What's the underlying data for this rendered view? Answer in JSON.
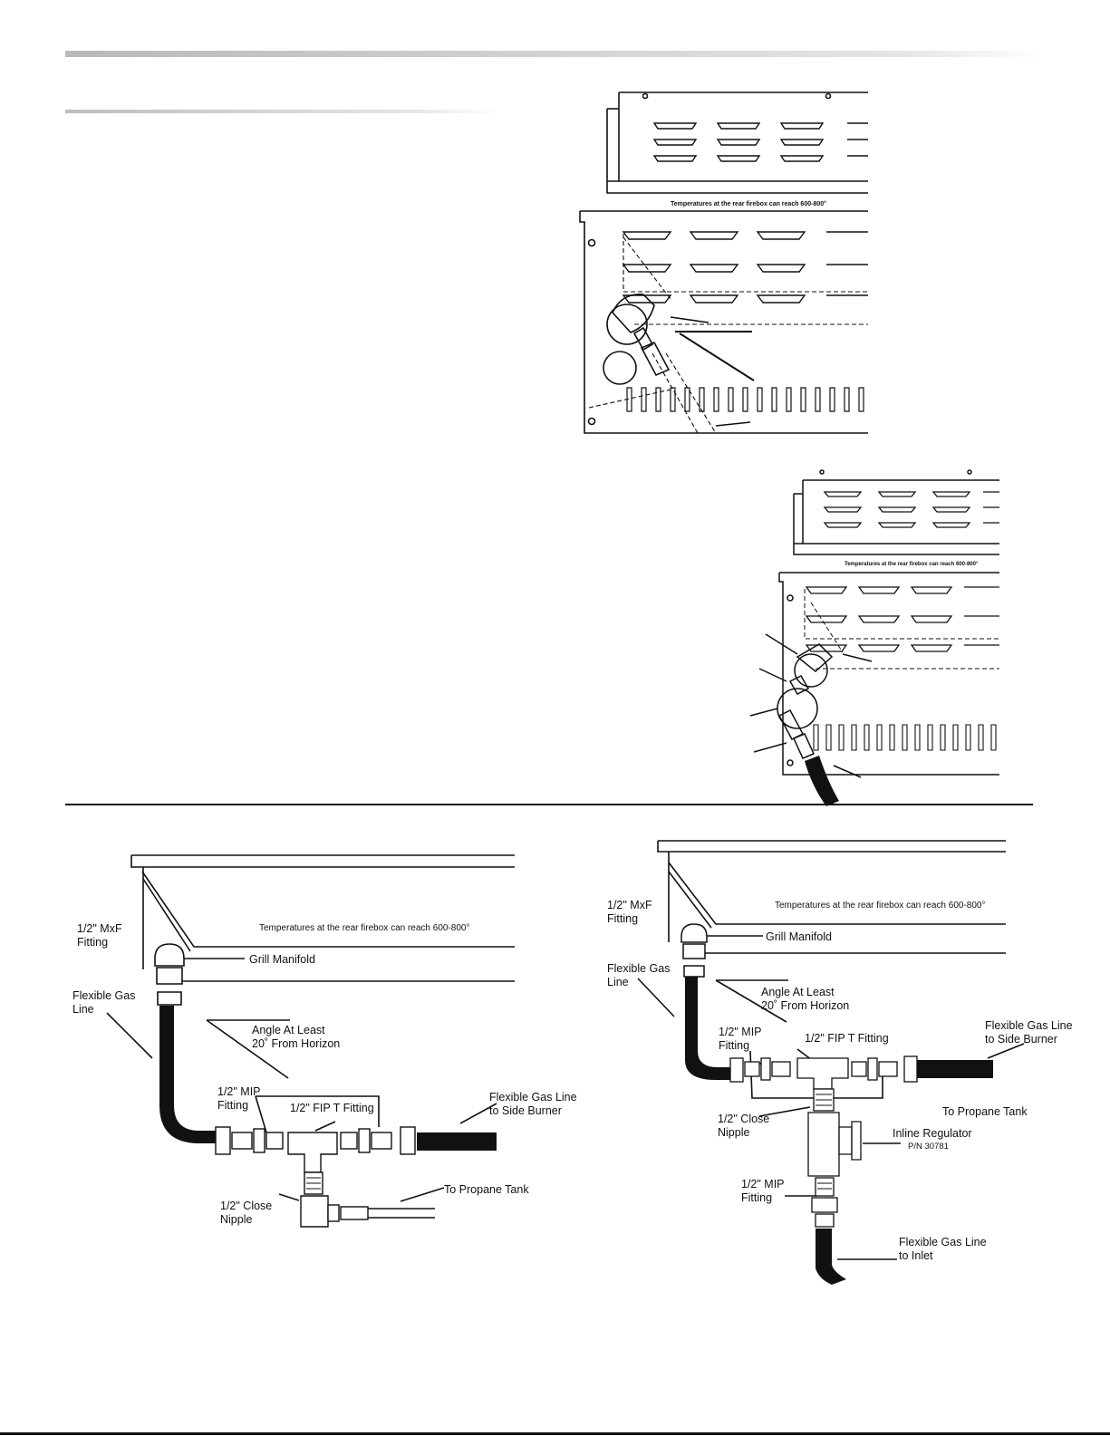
{
  "diagram_top": {
    "warning_text": "Temperatures at the rear firebox can reach 600-800°"
  },
  "diagram_middle": {
    "warning_text": "Temperatures at the rear firebox can reach 600-800°"
  },
  "diagram_left": {
    "warning_text": "Temperatures at the rear firebox can reach 600-800°",
    "labels": {
      "mxf_fitting": "1/2\" MxF\nFitting",
      "grill_manifold": "Grill Manifold",
      "flexible_gas_line": "Flexible Gas\nLine",
      "angle": "Angle At Least\n20˚ From Horizon",
      "mip_fitting": "1/2\" MIP\nFitting",
      "fip_t_fitting": "1/2\" FIP T Fitting",
      "flex_side_burner": "Flexible Gas Line\nto Side Burner",
      "close_nipple": "1/2\" Close\nNipple",
      "to_propane": "To Propane Tank"
    }
  },
  "diagram_right": {
    "warning_text": "Temperatures at the rear firebox can reach 600-800°",
    "labels": {
      "mxf_fitting": "1/2\" MxF\nFitting",
      "grill_manifold": "Grill Manifold",
      "flexible_gas_line": "Flexible Gas\nLine",
      "angle": "Angle At Least\n20˚ From Horizon",
      "mip_fitting": "1/2\" MIP\nFitting",
      "fip_t_fitting": "1/2\" FIP T Fitting",
      "flex_side_burner": "Flexible Gas Line\nto Side Burner",
      "to_propane": "To Propane Tank",
      "close_nipple": "1/2\" Close\nNipple",
      "inline_regulator": "Inline Regulator",
      "part_number": "P/N 30781",
      "mip_fitting_lower": "1/2\" MIP\nFitting",
      "flex_inlet": "Flexible Gas Line\nto Inlet"
    }
  }
}
